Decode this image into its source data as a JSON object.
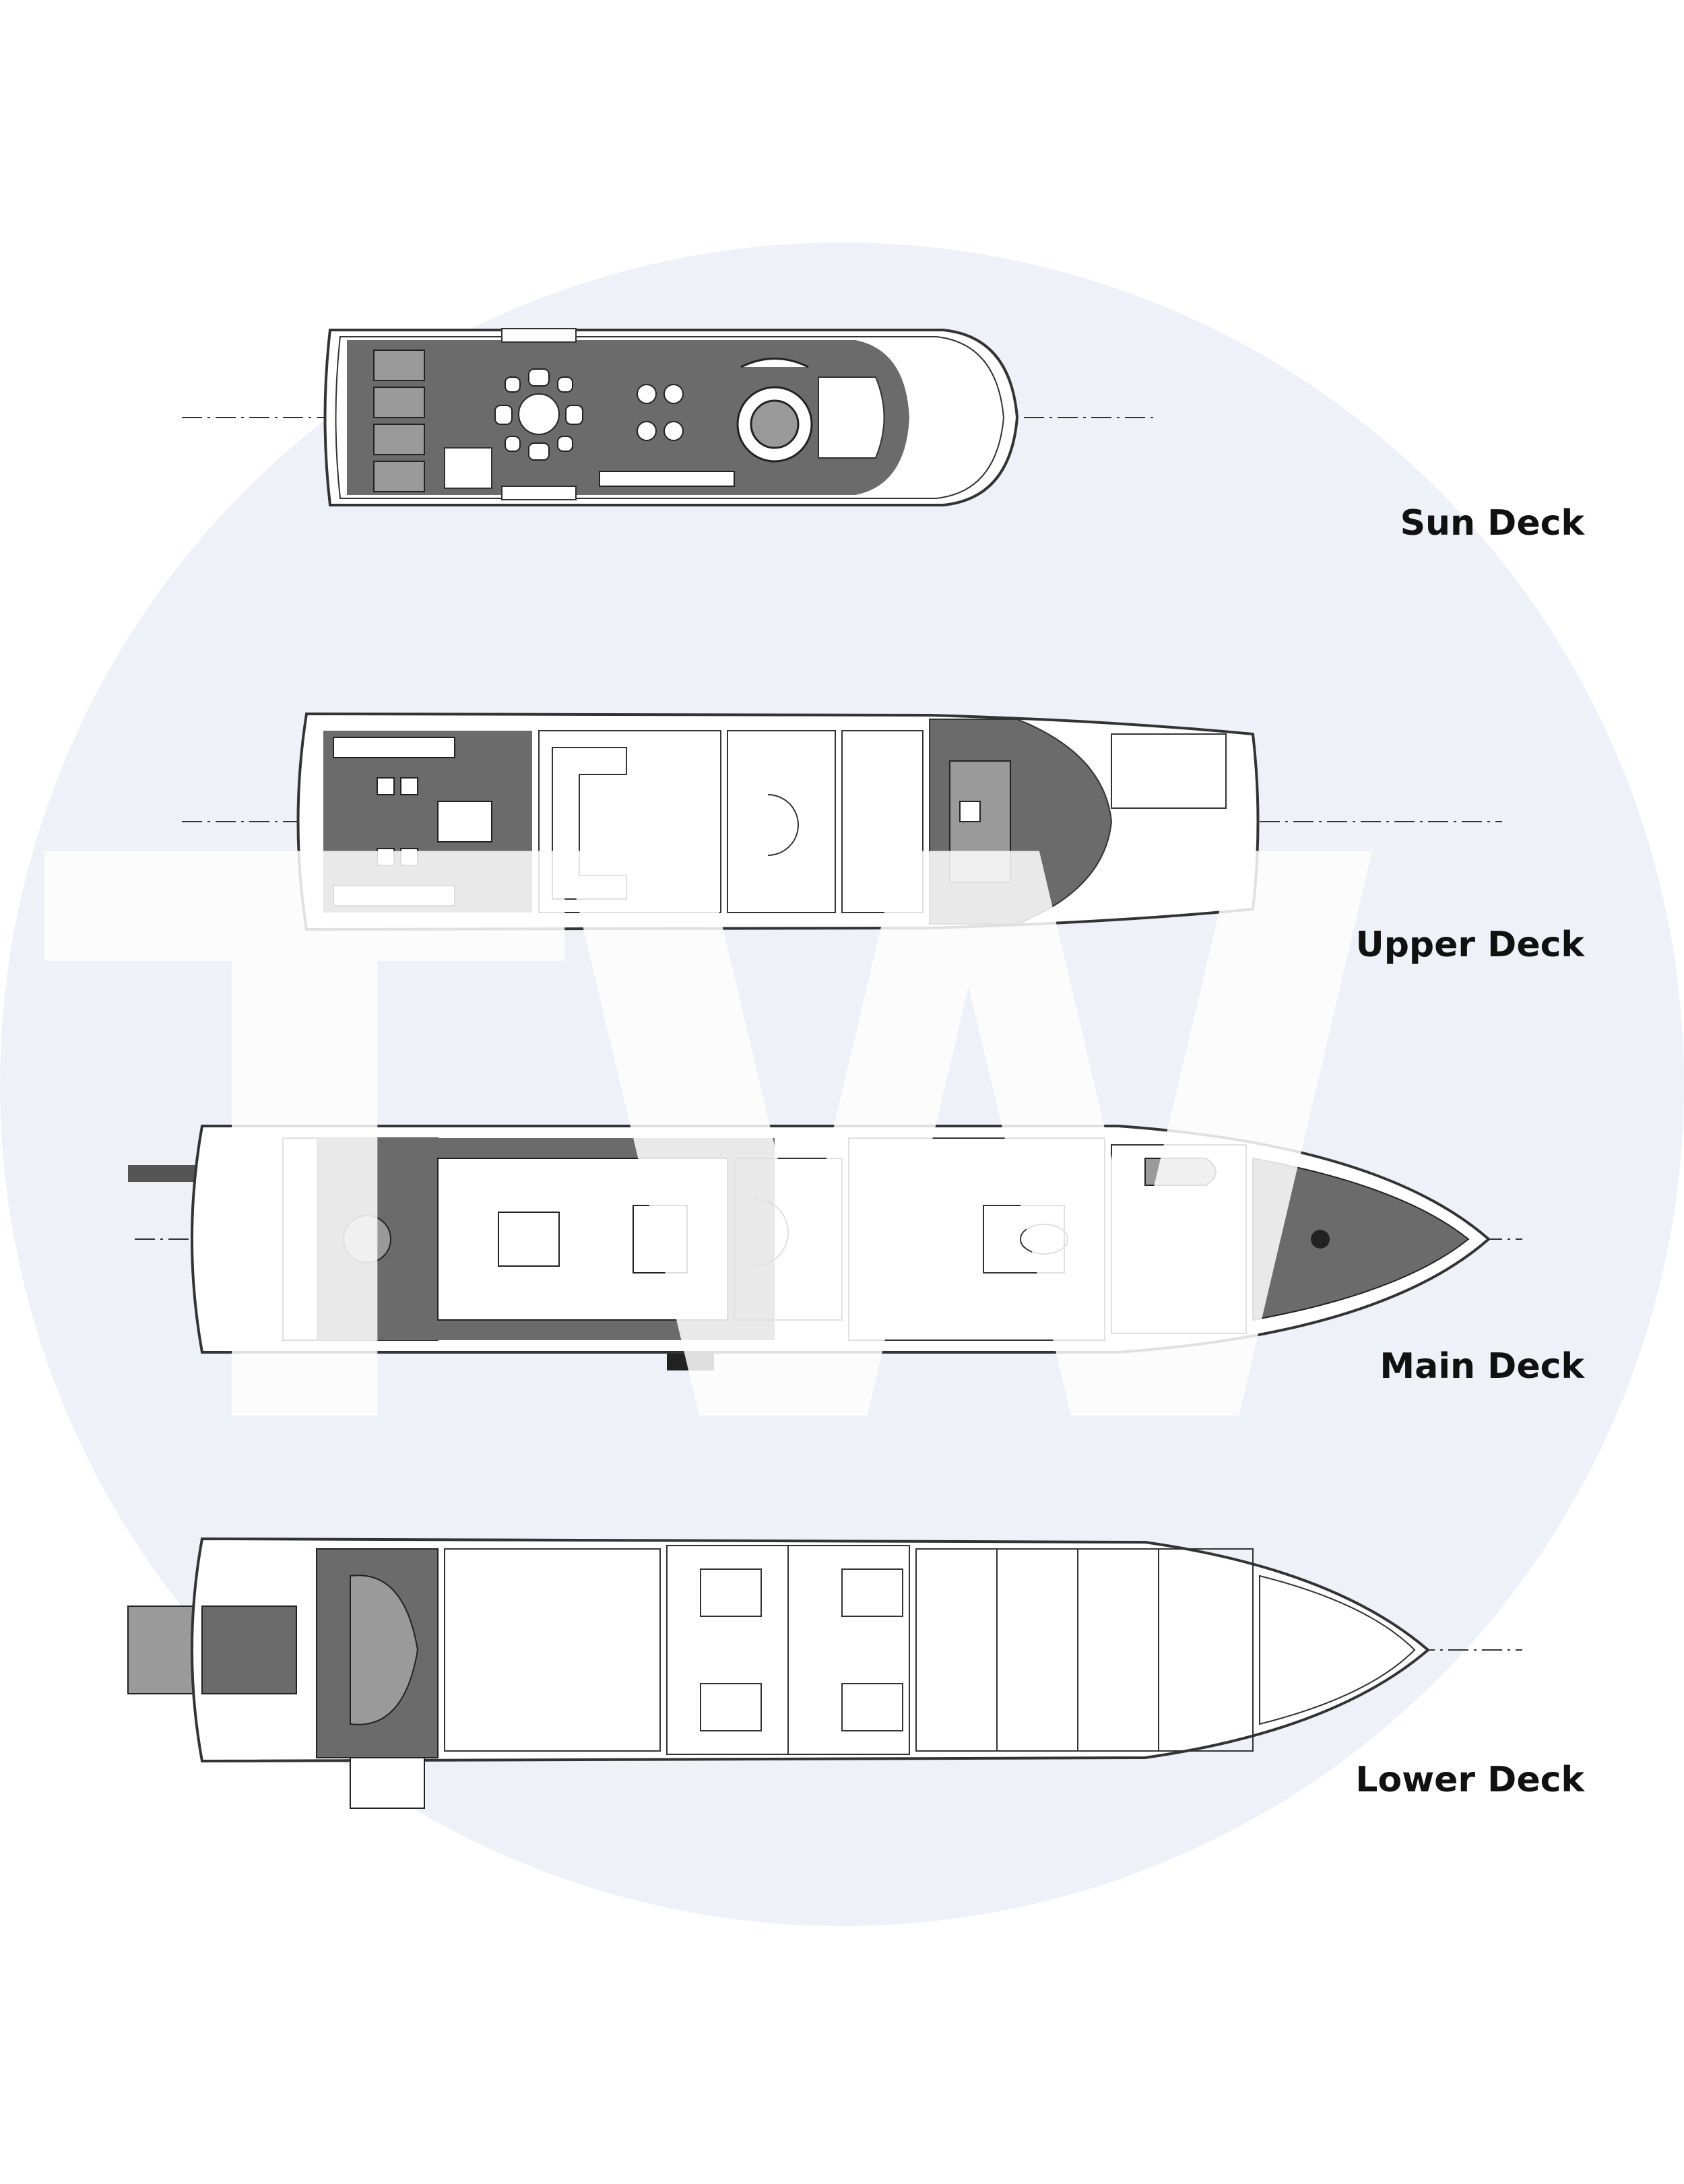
{
  "watermark": {
    "monogram": "TW",
    "circle_color": "#eef1f8"
  },
  "colors": {
    "line": "#333333",
    "fill_dark": "#6b6b6b",
    "fill_mid": "#9a9a9a",
    "hull": "#ffffff"
  },
  "decks": [
    {
      "id": "sun",
      "label": "Sun Deck"
    },
    {
      "id": "upper",
      "label": "Upper Deck"
    },
    {
      "id": "main",
      "label": "Main Deck"
    },
    {
      "id": "lower",
      "label": "Lower Deck"
    }
  ]
}
